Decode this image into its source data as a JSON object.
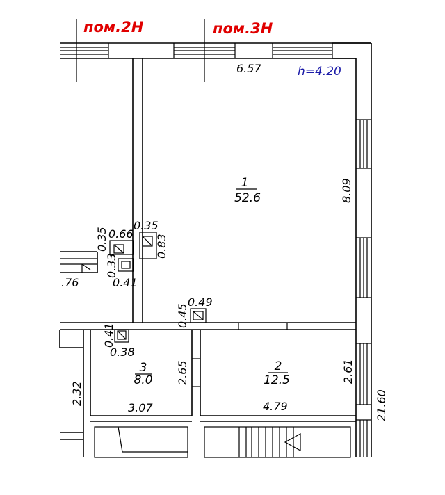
{
  "labels": {
    "pom2": "пом.2Н",
    "pom3": "пом.3Н",
    "height": "h=4.20"
  },
  "rooms": [
    {
      "number": "1",
      "area": "52.6"
    },
    {
      "number": "2",
      "area": "12.5"
    },
    {
      "number": "3",
      "area": "8.0"
    }
  ],
  "dimensions": {
    "top_width": "6.57",
    "right_height": "8.09",
    "room2_height": "2.61",
    "room2_width": "4.79",
    "room3_height": "2.65",
    "room3_width": "3.07",
    "left_height": "2.32",
    "overall": "21.60",
    "shaft_a_w": "0.35",
    "shaft_a_h": "0.83",
    "shaft_b_w": "0.66",
    "shaft_b_h": "0.35",
    "shaft_c_h": "0.33",
    "shaft_c_w": "0.41",
    "left_cut": ".76",
    "shaft_d_h": "0.45",
    "shaft_d_w": "0.49",
    "shaft_e_h": "0.41",
    "shaft_e_w": "0.38"
  }
}
